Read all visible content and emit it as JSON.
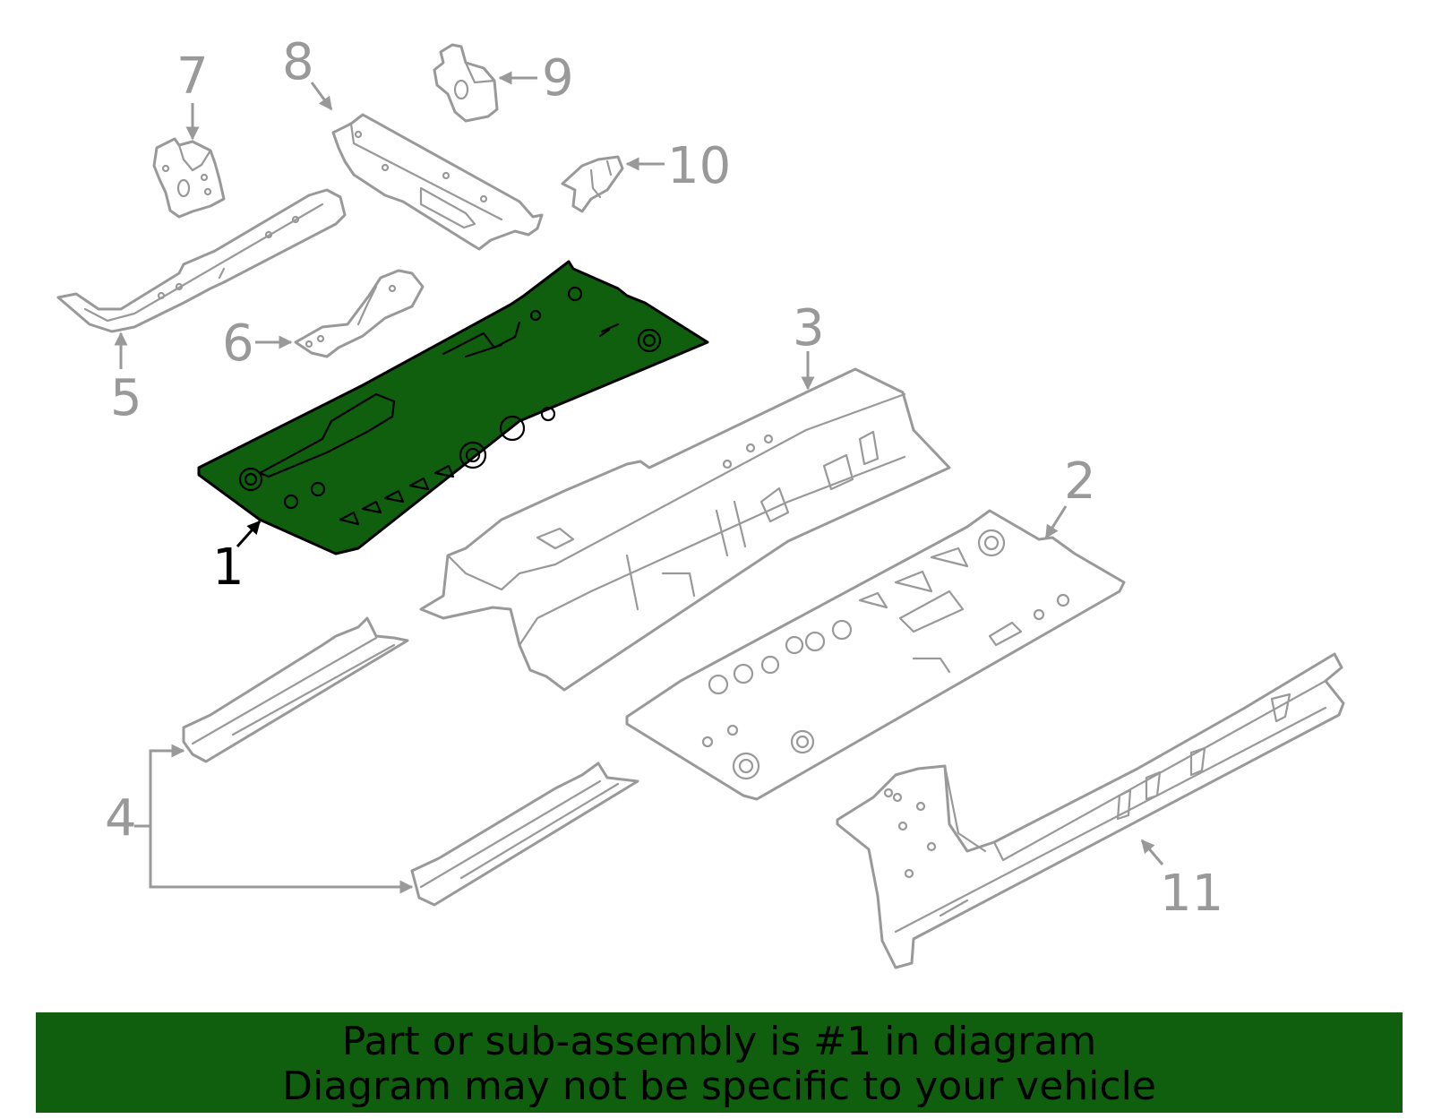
{
  "diagram": {
    "highlight_color": "#0f5f0f",
    "part_color": "#999999",
    "highlighted_part": "1",
    "callouts": [
      "1",
      "2",
      "3",
      "4",
      "5",
      "6",
      "7",
      "8",
      "9",
      "10",
      "11"
    ]
  },
  "banner": {
    "line1": "Part or sub-assembly is #1 in diagram",
    "line2": "Diagram may not be specific to your vehicle"
  }
}
